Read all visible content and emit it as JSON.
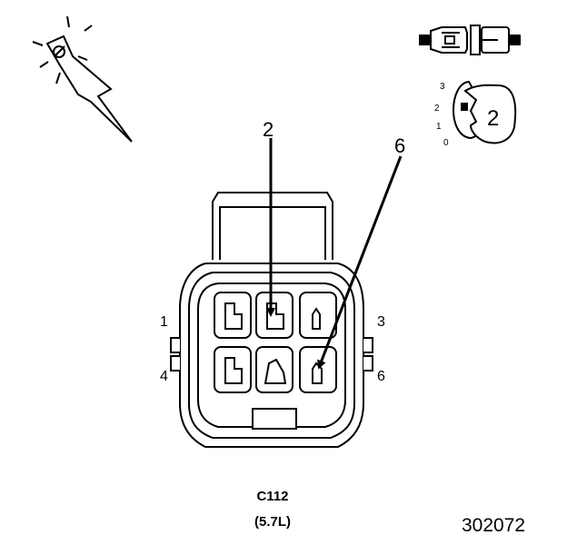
{
  "callouts": {
    "arrow_a": "2",
    "arrow_b": "6"
  },
  "pin_numbers": {
    "top_left": "1",
    "top_right": "3",
    "bottom_left": "4",
    "bottom_right": "6"
  },
  "test_adapter": {
    "scale_labels": [
      "3",
      "2",
      "1",
      "0"
    ],
    "selected": "2"
  },
  "connector_id": "C112",
  "engine": "(5.7L)",
  "figure_number": "302072",
  "icons": [
    "probe-icon",
    "terminal-pin-icon",
    "adapter-dial-icon"
  ]
}
